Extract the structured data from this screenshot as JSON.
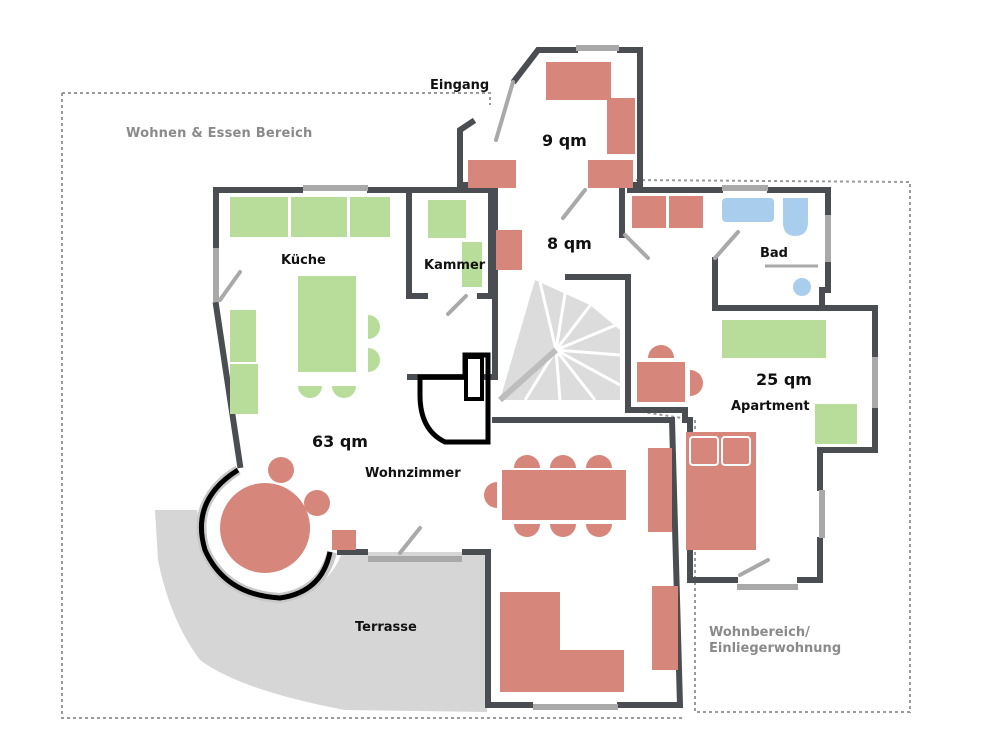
{
  "zones": {
    "wohnen_essen": "Wohnen & Essen Bereich",
    "wohnbereich_line1": "Wohnbereich/",
    "wohnbereich_line2": "Einliegerwohnung"
  },
  "rooms": {
    "eingang": "Eingang",
    "kueche": "Küche",
    "kammer": "Kammer",
    "wohnzimmer": "Wohnzimmer",
    "terrasse": "Terrasse",
    "bad": "Bad",
    "apartment": "Apartment"
  },
  "areas": {
    "wohnzimmer_area": "63 qm",
    "eingang_area": "9 qm",
    "flur_area": "8 qm",
    "apartment_area": "25 qm"
  },
  "colors": {
    "wall": "#4a4d52",
    "window": "#a9a9a9",
    "zone_outline": "#9a9a9a",
    "furniture_existing": "#d6867a",
    "furniture_kitchen": "#b8dd9a",
    "sanitary": "#a9cdec",
    "terrace": "#d6d6d6"
  }
}
